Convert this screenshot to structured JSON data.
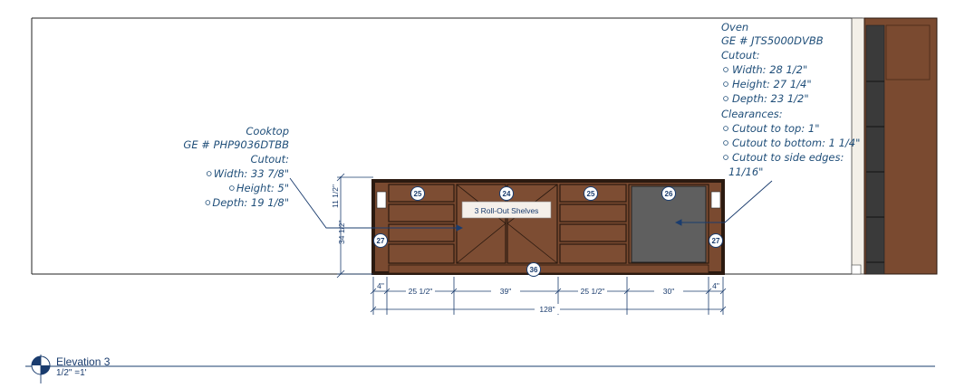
{
  "elevation": {
    "title": "Elevation 3",
    "scale": "1/2\" =1'"
  },
  "cooktop_note": {
    "lines": [
      "Cooktop",
      "GE # PHP9036DTBB",
      "Cutout:",
      "Width: 33 7/8\"",
      "Height: 5\"",
      "Depth: 19 1/8\""
    ]
  },
  "oven_note": {
    "lines": [
      "Oven",
      "GE # JTS5000DVBB",
      "Cutout:",
      "Width: 28 1/2\"",
      "Height: 27 1/4\"",
      "Depth: 23 1/2\"",
      "Clearances:",
      "Cutout to top: 1\"",
      "Cutout to bottom: 1 1/4\"",
      "Cutout to side edges:",
      "11/16\""
    ]
  },
  "cabinet_labels": {
    "shelves": "3 Roll-Out Shelves",
    "tags": [
      "25",
      "24",
      "25",
      "26",
      "27",
      "27",
      "36"
    ]
  },
  "dimensions": {
    "vertical": [
      "11 1/2\"",
      "34 1/2\""
    ],
    "segments": [
      "4\"",
      "25 1/2\"",
      "39\"",
      "25 1/2\"",
      "30\"",
      "4\""
    ],
    "total": "128\""
  },
  "colors": {
    "line": "#1a3c6e",
    "cabinet": "#7a4a30",
    "cabinet_dark": "#5a3220",
    "oven": "#5f5f5f",
    "frame": "#2b1a10"
  }
}
